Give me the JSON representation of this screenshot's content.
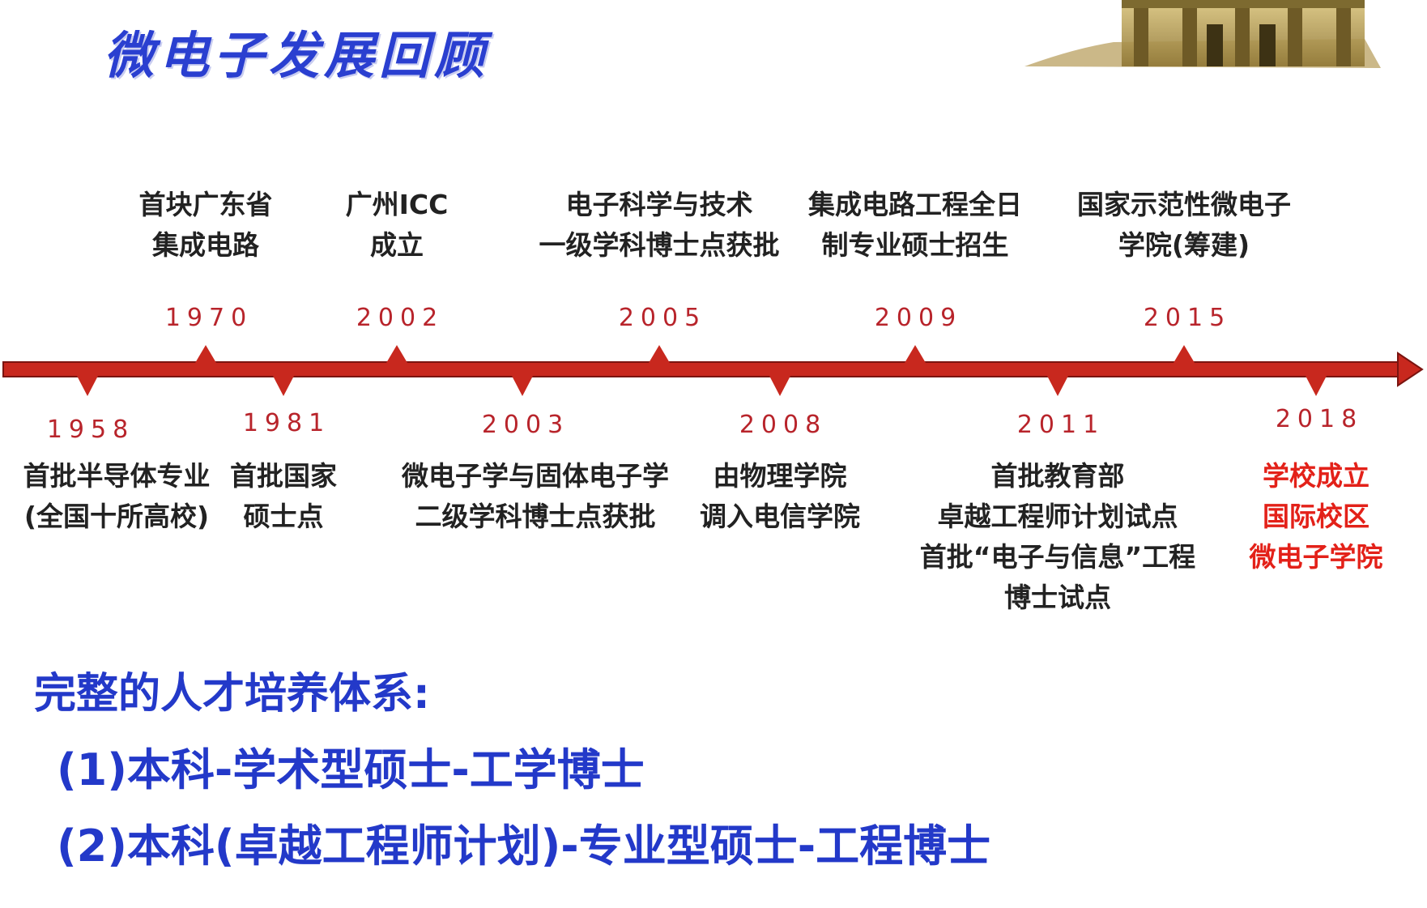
{
  "title": "微电子发展回顾",
  "timeline": {
    "above": [
      {
        "year": "1970",
        "lines": [
          "首块广东省",
          "集成电路"
        ]
      },
      {
        "year": "2002",
        "lines": [
          "广州ICC",
          "成立"
        ]
      },
      {
        "year": "2005",
        "lines": [
          "电子科学与技术",
          "一级学科博士点获批"
        ]
      },
      {
        "year": "2009",
        "lines": [
          "集成电路工程全日",
          "制专业硕士招生"
        ]
      },
      {
        "year": "2015",
        "lines": [
          "国家示范性微电子",
          "学院(筹建)"
        ]
      }
    ],
    "below": [
      {
        "year": "1958",
        "lines": [
          "首批半导体专业",
          "(全国十所高校)"
        ]
      },
      {
        "year": "1981",
        "lines": [
          "首批国家",
          "硕士点"
        ]
      },
      {
        "year": "2003",
        "lines": [
          "微电子学与固体电子学",
          "二级学科博士点获批"
        ]
      },
      {
        "year": "2008",
        "lines": [
          "由物理学院",
          "调入电信学院"
        ]
      },
      {
        "year": "2011",
        "lines": [
          "首批教育部",
          "卓越工程师计划试点",
          "首批“电子与信息”工程",
          "博士试点"
        ]
      },
      {
        "year": "2018",
        "lines": [
          "学校成立",
          "国际校区",
          "微电子学院"
        ]
      }
    ]
  },
  "summary": {
    "heading": "完整的人才培养体系:",
    "items": [
      "(1)本科-学术型硕士-工学博士",
      "(2)本科(卓越工程师计划)-专业型硕士-工程博士"
    ]
  },
  "colors": {
    "title": "#2a3fd0",
    "year": "#b8242b",
    "axis": "#c8281e",
    "highlight": "#e32119",
    "summary": "#2339c9"
  }
}
